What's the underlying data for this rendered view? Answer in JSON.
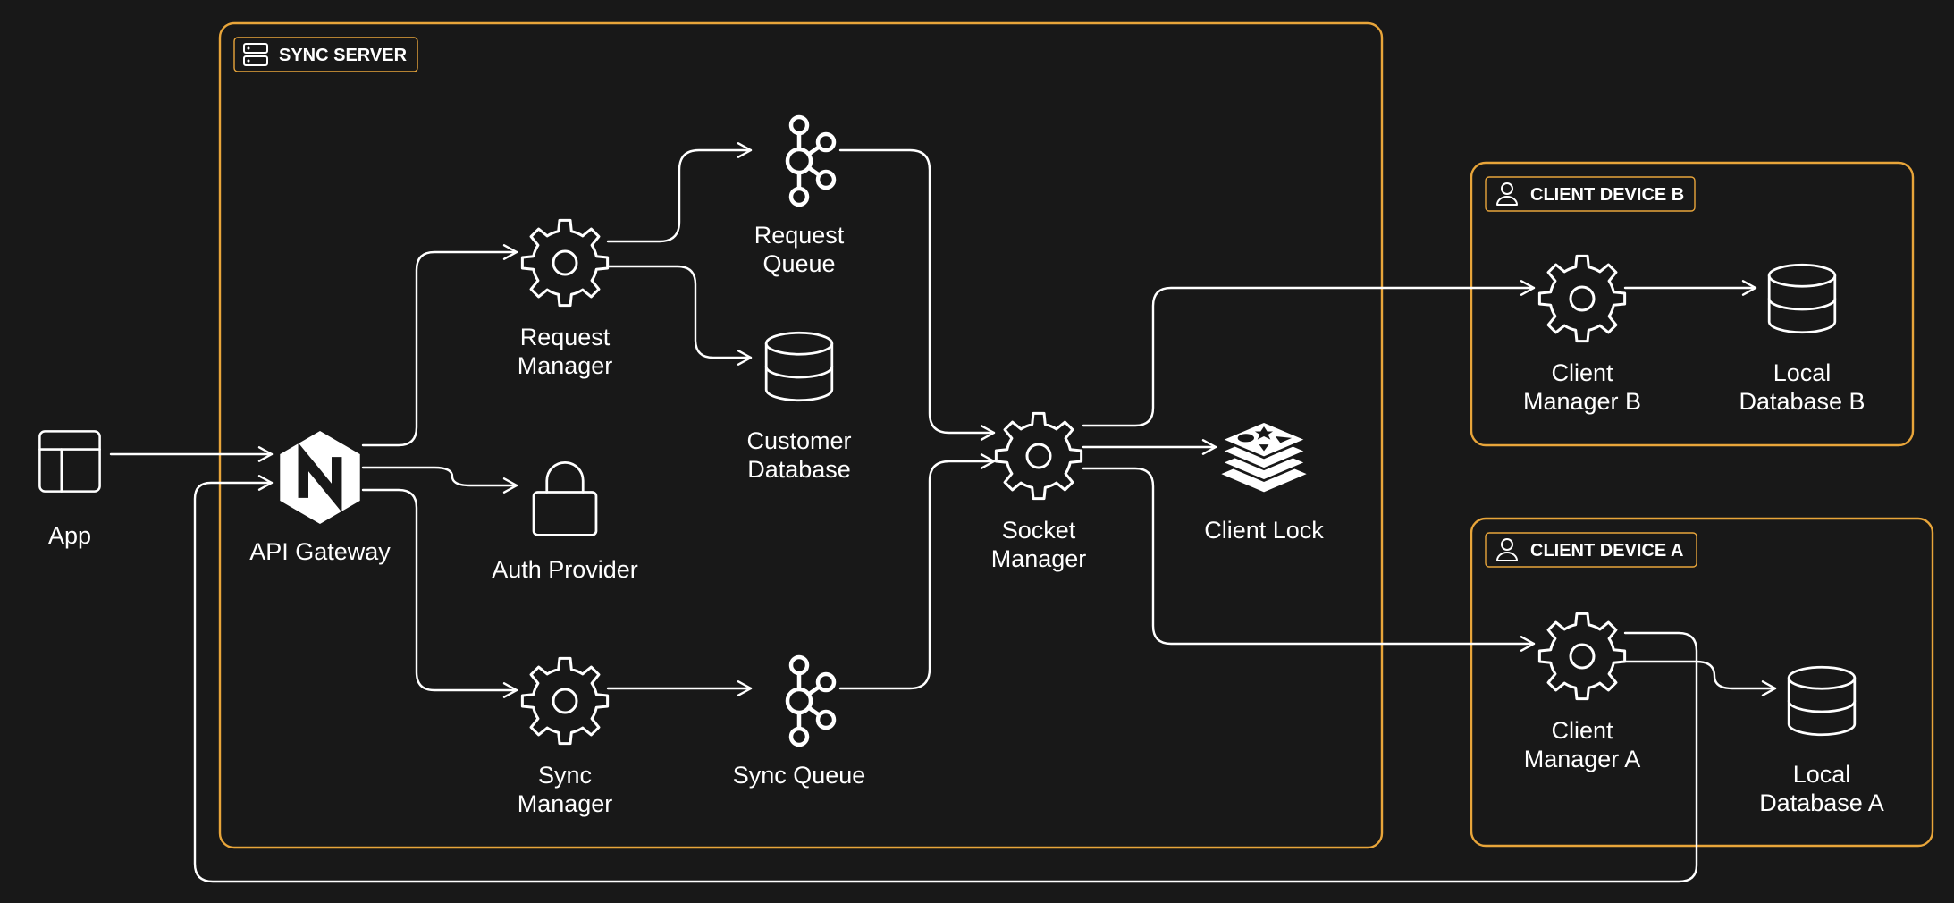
{
  "colors": {
    "background": "#181818",
    "group_border": "#e8a53a",
    "line": "#ffffff"
  },
  "groups": {
    "sync_server": {
      "label": "SYNC SERVER",
      "icon": "server-icon"
    },
    "client_device_b": {
      "label": "CLIENT DEVICE B",
      "icon": "user-icon"
    },
    "client_device_a": {
      "label": "CLIENT DEVICE A",
      "icon": "user-icon"
    }
  },
  "nodes": {
    "app": {
      "label": [
        "App"
      ],
      "icon": "layout-icon"
    },
    "api_gateway": {
      "label": [
        "API Gateway"
      ],
      "icon": "nginx-icon"
    },
    "auth_provider": {
      "label": [
        "Auth Provider"
      ],
      "icon": "lock-icon"
    },
    "request_manager": {
      "label": [
        "Request",
        "Manager"
      ],
      "icon": "gear-icon"
    },
    "request_queue": {
      "label": [
        "Request",
        "Queue"
      ],
      "icon": "kafka-icon"
    },
    "customer_database": {
      "label": [
        "Customer",
        "Database"
      ],
      "icon": "database-icon"
    },
    "sync_manager": {
      "label": [
        "Sync",
        "Manager"
      ],
      "icon": "gear-icon"
    },
    "sync_queue": {
      "label": [
        "Sync Queue"
      ],
      "icon": "kafka-icon"
    },
    "socket_manager": {
      "label": [
        "Socket",
        "Manager"
      ],
      "icon": "gear-icon"
    },
    "client_lock": {
      "label": [
        "Client Lock"
      ],
      "icon": "redis-icon"
    },
    "client_manager_b": {
      "label": [
        "Client",
        "Manager B"
      ],
      "icon": "gear-icon"
    },
    "local_database_b": {
      "label": [
        "Local",
        "Database B"
      ],
      "icon": "database-icon"
    },
    "client_manager_a": {
      "label": [
        "Client",
        "Manager A"
      ],
      "icon": "gear-icon"
    },
    "local_database_a": {
      "label": [
        "Local",
        "Database A"
      ],
      "icon": "database-icon"
    }
  },
  "edges": [
    {
      "from": "app",
      "to": "api_gateway"
    },
    {
      "from": "api_gateway",
      "to": "request_manager"
    },
    {
      "from": "api_gateway",
      "to": "auth_provider"
    },
    {
      "from": "api_gateway",
      "to": "sync_manager"
    },
    {
      "from": "request_manager",
      "to": "request_queue"
    },
    {
      "from": "request_manager",
      "to": "customer_database"
    },
    {
      "from": "request_queue",
      "to": "socket_manager"
    },
    {
      "from": "sync_manager",
      "to": "sync_queue"
    },
    {
      "from": "sync_queue",
      "to": "socket_manager"
    },
    {
      "from": "socket_manager",
      "to": "client_lock"
    },
    {
      "from": "socket_manager",
      "to": "client_manager_b"
    },
    {
      "from": "socket_manager",
      "to": "client_manager_a"
    },
    {
      "from": "client_manager_b",
      "to": "local_database_b"
    },
    {
      "from": "client_manager_a",
      "to": "local_database_a"
    },
    {
      "from": "client_manager_a",
      "to": "api_gateway"
    }
  ]
}
